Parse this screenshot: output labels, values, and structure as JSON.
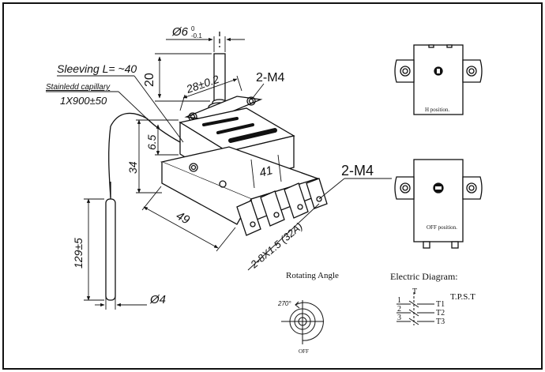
{
  "dimensions": {
    "shaft_diameter": "Ø6",
    "shaft_tol_upper": "0",
    "shaft_tol_lower": "-0.1",
    "shaft_height": "20",
    "width_top": "28±0.2",
    "mount_screws": "2-M4",
    "height_total": "34",
    "height_upper": "6.5",
    "body_depth": "41",
    "base_length": "49",
    "side_screws": "2-M4",
    "terminals": "2-8X1.5 (32A)",
    "bulb_length": "129±5",
    "bulb_diameter": "Ø4"
  },
  "labels": {
    "sleeving": "Sleeving L= ~40",
    "capillary": "Stainledd capillary",
    "capillary_spec": "1X900±50",
    "h_position": "H position.",
    "off_position": "OFF position.",
    "rotating_angle": "Rotating Angle",
    "angle_value": "270°",
    "angle_off": "OFF",
    "electric_diagram": "Electric Diagram:",
    "tpst": "T.P.S.T",
    "common_label": "T",
    "inputs": [
      "1",
      "2",
      "3"
    ],
    "outputs": [
      "T1",
      "T2",
      "T3"
    ]
  },
  "colors": {
    "line": "#111111",
    "background": "#ffffff"
  }
}
